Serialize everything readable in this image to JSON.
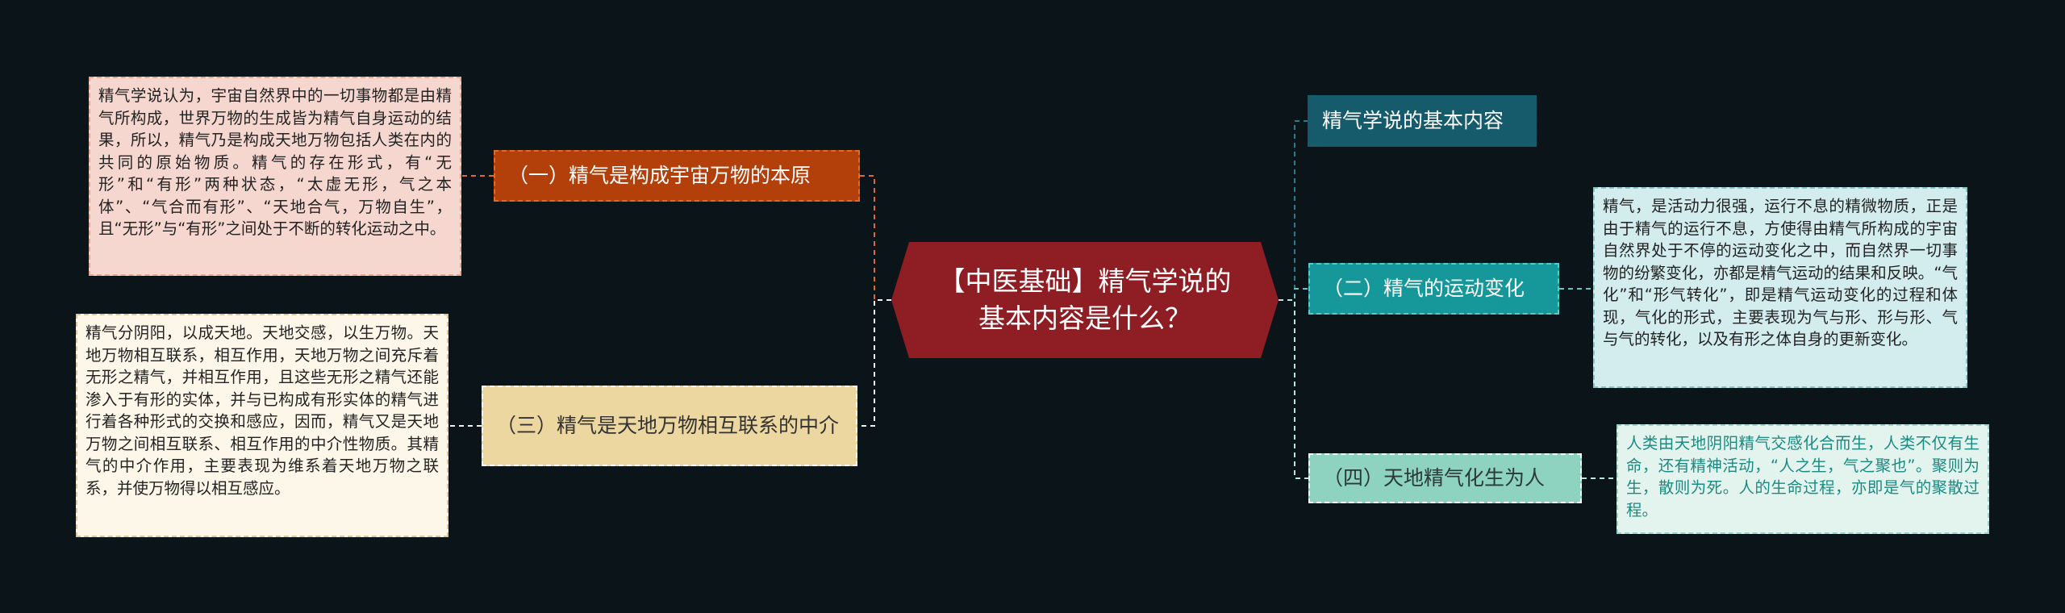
{
  "center": {
    "title": "【中医基础】精气学说的\n基本内容是什么？"
  },
  "left_branches": [
    {
      "label": "（一）精气是构成宇宙万物的本原",
      "detail": "精气学说认为，宇宙自然界中的一切事物都是由精气所构成，世界万物的生成皆为精气自身运动的结果，所以，精气乃是构成天地万物包括人类在内的共同的原始物质。精气的存在形式，有“无形”和“有形”两种状态，“太虚无形，气之本体”、“气合而有形”、“天地合气，万物自生”，且“无形”与“有形”之间处于不断的转化运动之中。"
    },
    {
      "label": "（三）精气是天地万物相互联系的中介",
      "detail": "精气分阴阳，以成天地。天地交感，以生万物。天地万物相互联系，相互作用，天地万物之间充斥着无形之精气，并相互作用，且这些无形之精气还能渗入于有形的实体，并与已构成有形实体的精气进行着各种形式的交换和感应，因而，精气又是天地万物之间相互联系、相互作用的中介性物质。其精气的中介作用，主要表现为维系着天地万物之联系，并使万物得以相互感应。"
    }
  ],
  "right_branches": [
    {
      "label": "精气学说的基本内容"
    },
    {
      "label": "（二）精气的运动变化",
      "detail": "精气，是活动力很强，运行不息的精微物质，正是由于精气的运行不息，方使得由精气所构成的宇宙自然界处于不停的运动变化之中，而自然界一切事物的纷繁变化，亦都是精气运动的结果和反映。“气化”和“形气转化”，即是精气运动变化的过程和体现，气化的形式，主要表现为气与形、形与形、气与气的转化，以及有形之体自身的更新变化。"
    },
    {
      "label": "（四）天地精气化生为人",
      "detail": "人类由天地阴阳精气交感化合而生，人类不仅有生命，还有精神活动，“人之生，气之聚也”。聚则为生，散则为死。人的生命过程，亦即是气的聚散过程。"
    }
  ],
  "colors": {
    "background": "#0b1418",
    "center": "#8e1d24",
    "branch_1": "#b3400a",
    "branch_3": "#ecd7a0",
    "branch_top": "#165b6b",
    "branch_2": "#16979a",
    "branch_4": "#8ed2c0"
  }
}
